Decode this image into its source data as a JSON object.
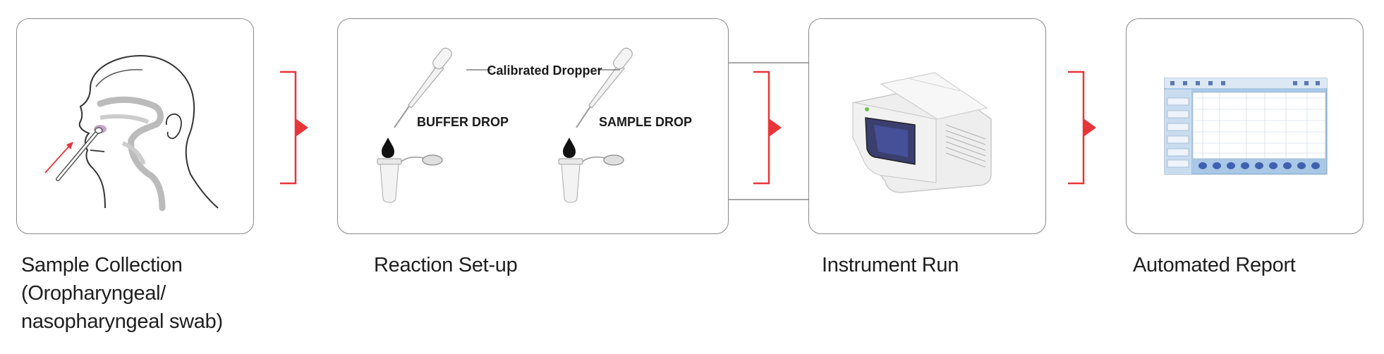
{
  "steps": [
    {
      "caption_lines": [
        "Sample Collection",
        "(Oropharyngeal/",
        "nasopharyngeal swab)"
      ]
    },
    {
      "caption_lines": [
        "Reaction Set-up"
      ]
    },
    {
      "caption_lines": [
        "Instrument Run"
      ]
    },
    {
      "caption_lines": [
        "Automated Report"
      ]
    }
  ],
  "reaction": {
    "dropper_label": "Calibrated Dropper",
    "buffer_label": "BUFFER DROP",
    "sample_label": "SAMPLE DROP"
  },
  "colors": {
    "accent": "#e8353a",
    "border": "#8a8a8a",
    "text": "#1e1e1e"
  },
  "icons": [
    "head-profile-icon",
    "swab-icon",
    "dropper-icon",
    "drop-icon",
    "tube-icon",
    "pcr-instrument-icon",
    "report-screen-icon",
    "bracket-arrow-icon"
  ]
}
